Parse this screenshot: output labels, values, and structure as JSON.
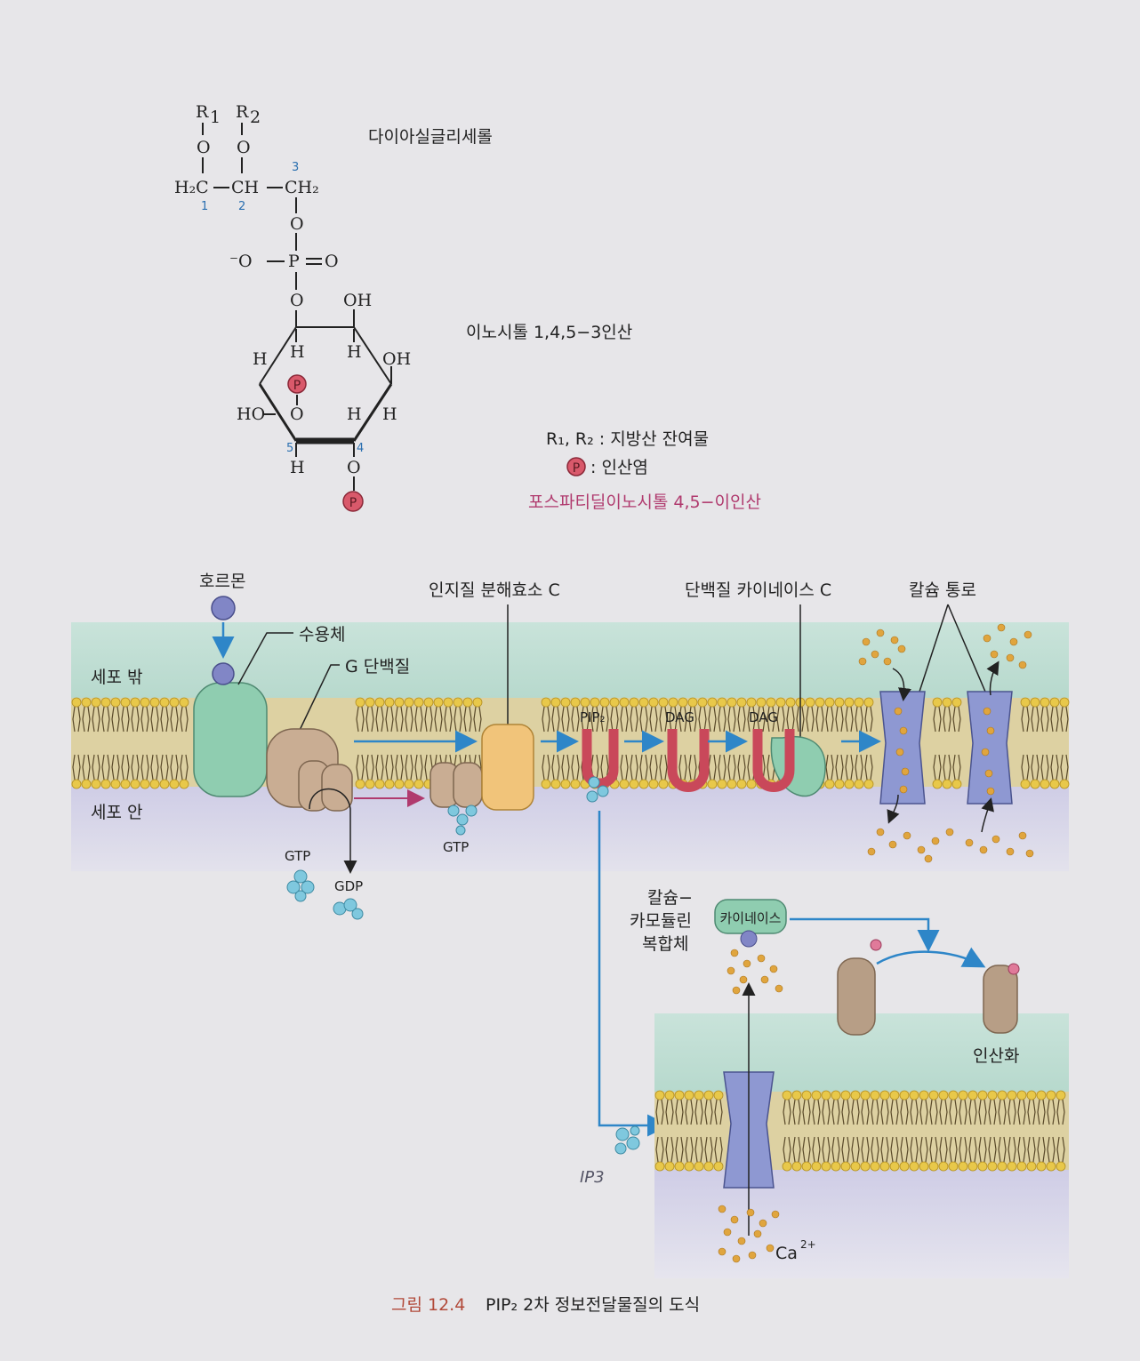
{
  "structure": {
    "r1": "R",
    "r1_sub": "1",
    "r2": "R",
    "r2_sub": "2",
    "o": "O",
    "h2c": "H₂C",
    "ch": "CH",
    "ch2": "CH₂",
    "num1": "1",
    "num2": "2",
    "num3": "3",
    "num4": "4",
    "num5": "5",
    "phosphate_left": "⁻O",
    "phosphate_p": "P",
    "phosphate_right": "O",
    "oh": "OH",
    "ho": "HO",
    "h": "H",
    "p_circle": "P",
    "label_diacylglycerol": "다이아실글리세롤",
    "label_ip3": "이노시톨 1,4,5−3인산",
    "legend_r": "R₁, R₂ : 지방산 잔여물",
    "legend_p": ": 인산염",
    "label_pip2": "포스파티딜이노시톨 4,5−이인산"
  },
  "diagram": {
    "hormone": "호르몬",
    "receptor": "수용체",
    "g_protein": "G 단백질",
    "outside": "세포 밖",
    "inside": "세포 안",
    "plc": "인지질 분해효소 C",
    "pkc": "단백질 카이네이스 C",
    "ca_channel": "칼슘 통로",
    "pip2": "PIP₂",
    "dag1": "DAG",
    "dag2": "DAG",
    "gtp1": "GTP",
    "gdp": "GDP",
    "gtp2": "GTP",
    "camkinase_l1": "칼슘−",
    "camkinase_l2": "카모듈린",
    "camkinase_l3": "복합체",
    "kinase": "카이네이스",
    "phosphorylation": "인산화",
    "handwritten": "IP3",
    "ca": "Ca",
    "ca_sup": "2+"
  },
  "caption": {
    "figure_no": "그림 12.4",
    "title": "PIP₂ 2차 정보전달물질의 도식"
  },
  "colors": {
    "membrane_head": "#e8c84a",
    "receptor": "#8fcdb0",
    "g_protein": "#c9ad93",
    "plc": "#f1c47a",
    "channel": "#8e98d2",
    "arrow": "#2e86c8",
    "pip2": "#c9485a",
    "ip3_ball": "#7fc8de",
    "hormone": "#8186c6",
    "calcium": "#e0a53e"
  }
}
